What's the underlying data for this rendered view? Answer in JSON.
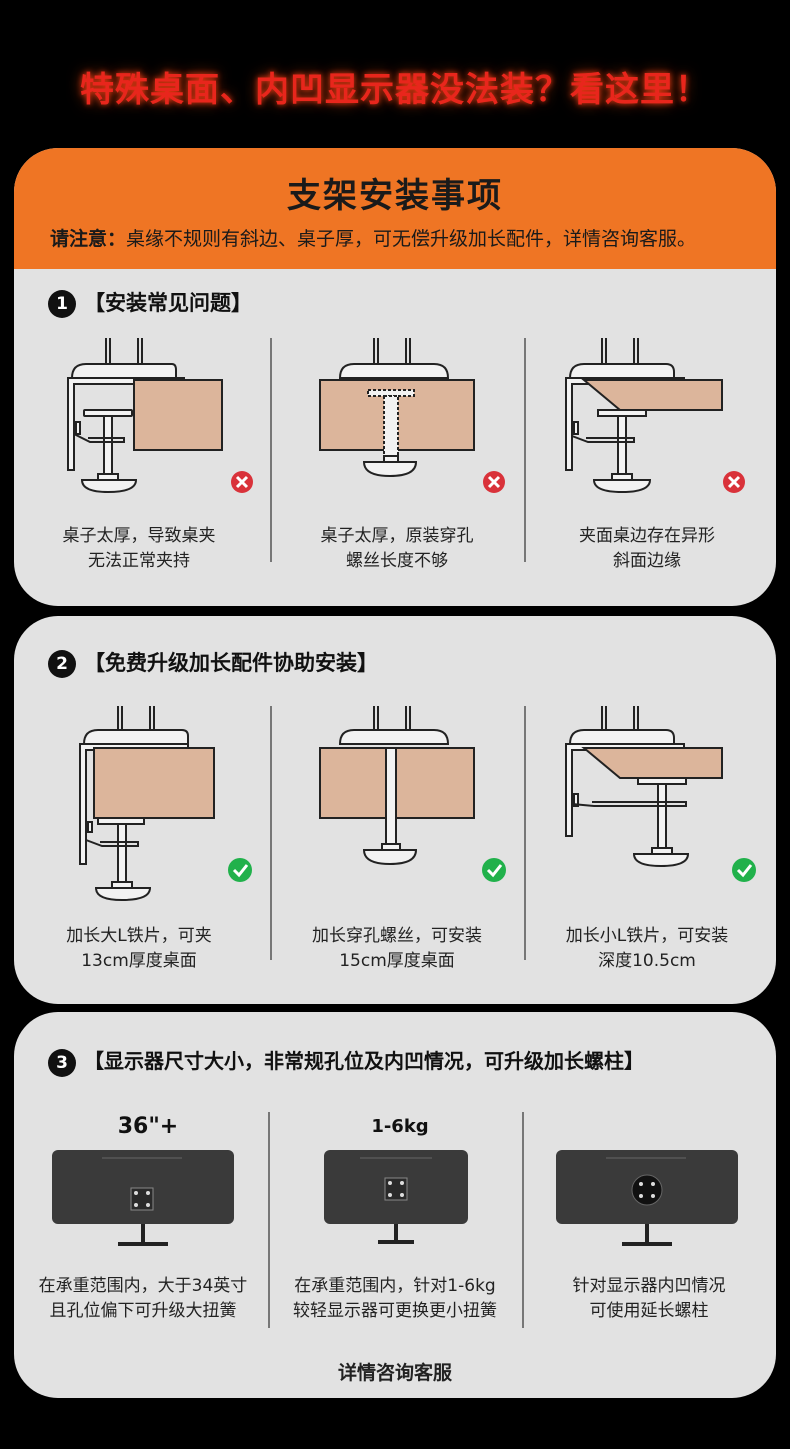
{
  "headline": "特殊桌面、内凹显示器没法装？看这里！",
  "card1": {
    "title": "支架安装事项",
    "notice_label": "请注意：",
    "notice_text": "桌缘不规则有斜边、桌子厚，可无偿升级加长配件，详情咨询客服。",
    "section_num": "1",
    "section_title": "【安装常见问题】",
    "items": [
      {
        "line1": "桌子太厚，导致桌夹",
        "line2": "无法正常夹持",
        "status": "wrong"
      },
      {
        "line1": "桌子太厚，原装穿孔",
        "line2": "螺丝长度不够",
        "status": "wrong"
      },
      {
        "line1": "夹面桌边存在异形",
        "line2": "斜面边缘",
        "status": "wrong"
      }
    ]
  },
  "card2": {
    "section_num": "2",
    "section_title": "【免费升级加长配件协助安装】",
    "items": [
      {
        "line1": "加长大L铁片，可夹",
        "line2": "13cm厚度桌面",
        "status": "ok"
      },
      {
        "line1": "加长穿孔螺丝，可安装",
        "line2": "15cm厚度桌面",
        "status": "ok"
      },
      {
        "line1": "加长小L铁片，可安装",
        "line2": "深度10.5cm",
        "status": "ok"
      }
    ]
  },
  "card3": {
    "section_num": "3",
    "section_title": "【显示器尺寸大小，非常规孔位及内凹情况，可升级加长螺柱】",
    "items": [
      {
        "label": "36\"+",
        "line1": "在承重范围内，大于34英寸",
        "line2": "且孔位偏下可升级大扭簧"
      },
      {
        "label": "1-6kg",
        "line1": "在承重范围内，针对1-6kg",
        "line2": "较轻显示器可更换更小扭簧"
      },
      {
        "label": "",
        "line1": "针对显示器内凹情况",
        "line2": "可使用延长螺柱"
      }
    ],
    "footer": "详情咨询客服"
  },
  "colors": {
    "accent": "#ef7524",
    "wood": "#dcb59b",
    "wrong": "#d9323a",
    "ok": "#21b14b"
  }
}
